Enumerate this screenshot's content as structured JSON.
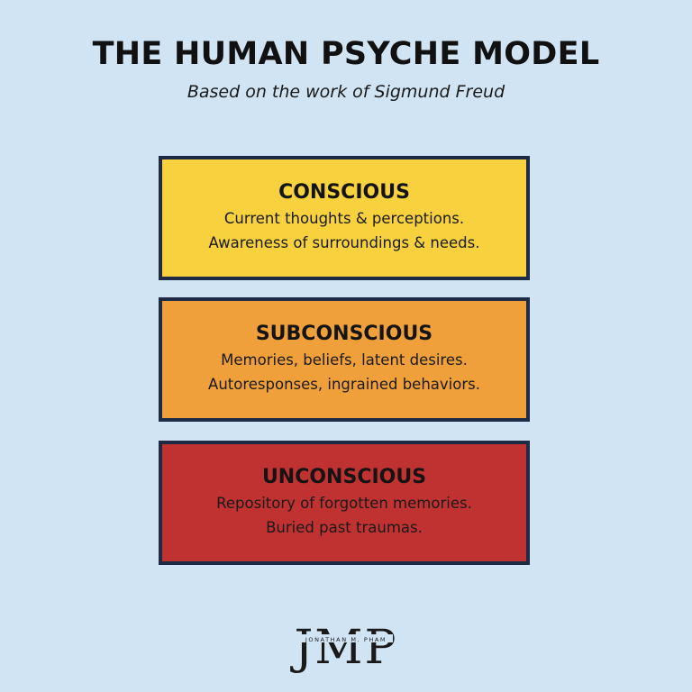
{
  "header": {
    "title": "THE HUMAN PSYCHE MODEL",
    "subtitle": "Based on the work of Sigmund Freud"
  },
  "layers": [
    {
      "name": "CONSCIOUS",
      "lines": [
        "Current thoughts & perceptions.",
        "Awareness of surroundings & needs."
      ],
      "color": "#f7d23e"
    },
    {
      "name": "SUBCONSCIOUS",
      "lines": [
        "Memories, beliefs, latent desires.",
        "Autoresponses, ingrained behaviors."
      ],
      "color": "#f0a03a"
    },
    {
      "name": "UNCONSCIOUS",
      "lines": [
        "Repository of forgotten memories.",
        "Buried past traumas."
      ],
      "color": "#c03131"
    }
  ],
  "colors": {
    "background": "#d0e4f4",
    "border": "#1f2a44"
  },
  "logo": {
    "monogram": "JMP",
    "name": "JONATHAN M. PHAM"
  }
}
